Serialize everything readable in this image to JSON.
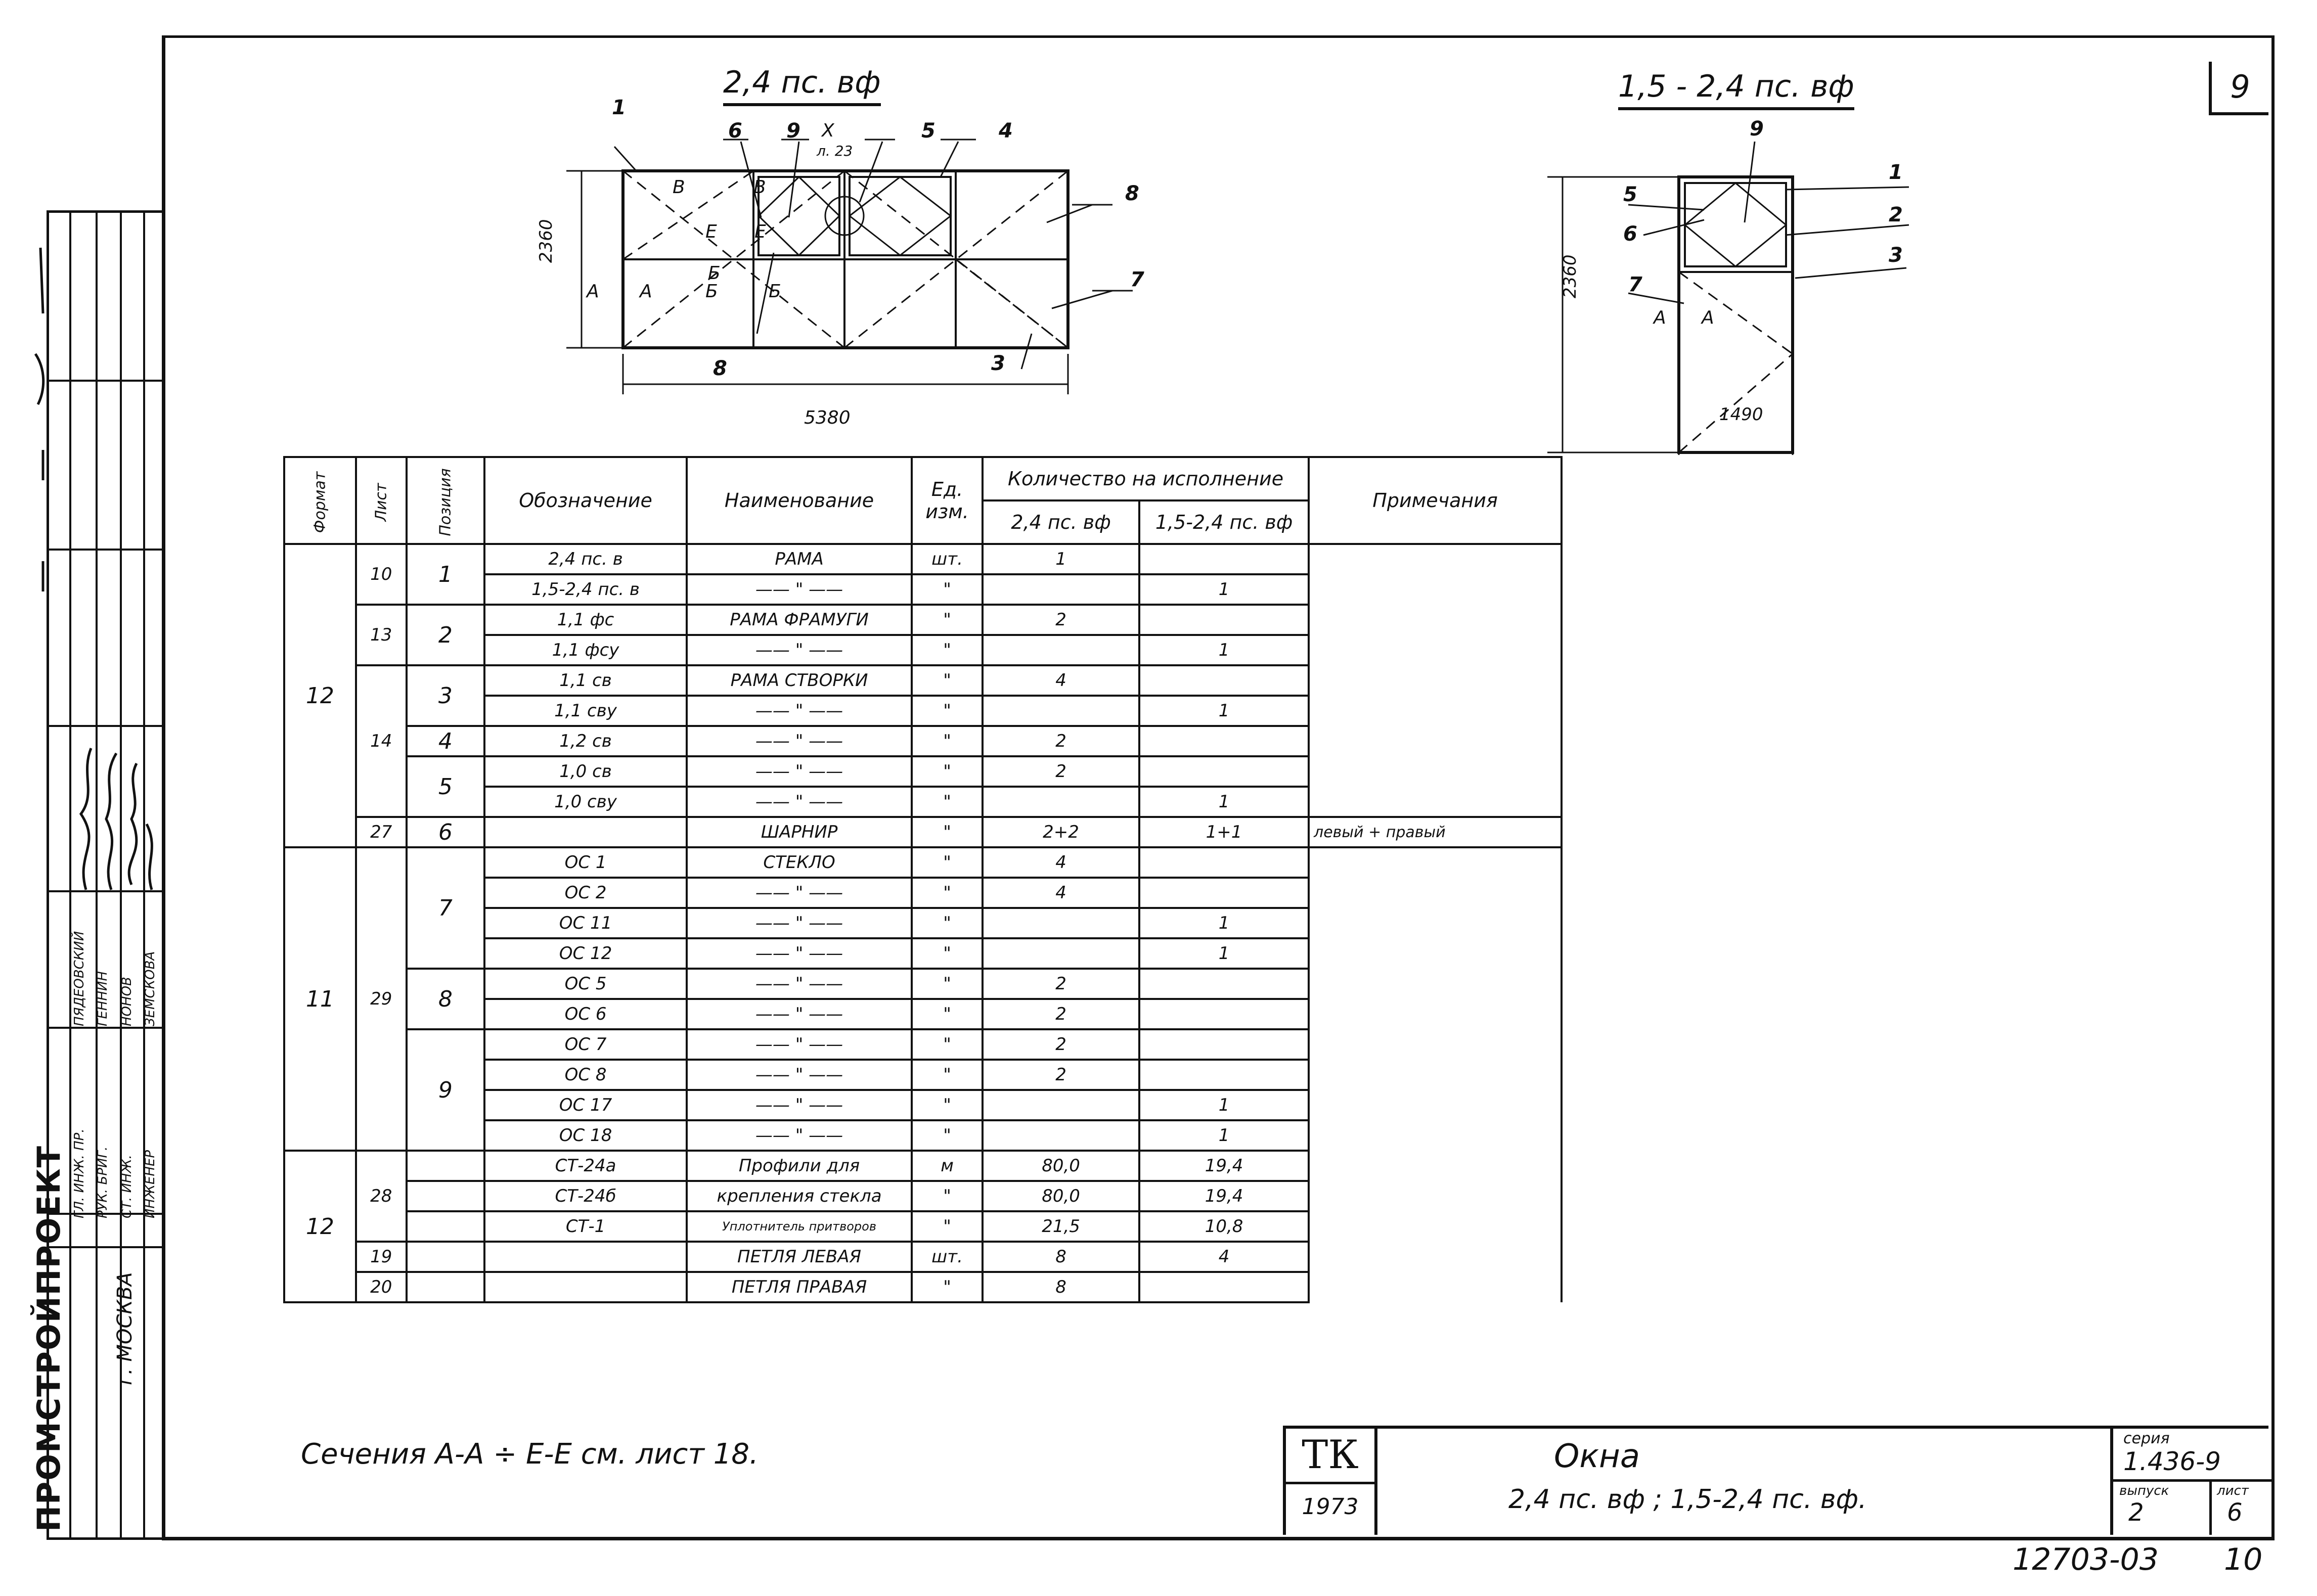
{
  "sheet": {
    "sheet_number": "9",
    "doc_code": "12703-03",
    "page_number": "10"
  },
  "stamp": {
    "org": "ПРОМСТРОЙПРОЕКТ",
    "city": "г. МОСКВА",
    "roles": [
      "ГЛ. ИНЖ. ПР.",
      "РУК. БРИГ.",
      "СТ. ИНЖ.",
      "ИНЖЕНЕР"
    ],
    "names": [
      "ПЯДЕОВСКИЙ",
      "ГЕННИН",
      "НОНОВ",
      "ЗЕМСКОВА"
    ]
  },
  "drawing_left": {
    "title": "2,4 пс. вф",
    "width_dim": "5380",
    "height_dim": "2360",
    "callouts": [
      "1",
      "6",
      "9",
      "5",
      "4",
      "8",
      "7",
      "8",
      "3"
    ],
    "section_marks": [
      "В",
      "В",
      "Е",
      "Е",
      "А",
      "Б",
      "Б",
      "А",
      "Б"
    ],
    "ref_top": "Х",
    "ref_sheet": "л. 23"
  },
  "drawing_right": {
    "title": "1,5 - 2,4 пс. вф",
    "width_dim": "1490",
    "height_dim": "2360",
    "callouts": [
      "9",
      "1",
      "5",
      "2",
      "6",
      "3",
      "7"
    ],
    "section_marks": [
      "А",
      "А"
    ]
  },
  "spec_table": {
    "headers": {
      "format": "Формат",
      "sheet": "Лист",
      "position": "Позиция",
      "designation": "Обозначение",
      "name": "Наименование",
      "unit": "Ед. изм.",
      "qty_group": "Количество на исполнение",
      "qty_a": "2,4 пс. вф",
      "qty_b": "1,5-2,4 пс. вф",
      "notes": "Примечания"
    },
    "rows": [
      {
        "designation": "2,4 пс. в",
        "name": "РАМА",
        "unit": "шт.",
        "qa": "1",
        "qb": ""
      },
      {
        "designation": "1,5-2,4 пс. в",
        "name": "—— \" ——",
        "unit": "\"",
        "qa": "",
        "qb": "1"
      },
      {
        "designation": "1,1 фс",
        "name": "РАМА ФРАМУГИ",
        "unit": "\"",
        "qa": "2",
        "qb": ""
      },
      {
        "designation": "1,1 фсу",
        "name": "—— \" ——",
        "unit": "\"",
        "qa": "",
        "qb": "1"
      },
      {
        "designation": "1,1 св",
        "name": "РАМА СТВОРКИ",
        "unit": "\"",
        "qa": "4",
        "qb": ""
      },
      {
        "designation": "1,1 сву",
        "name": "—— \" ——",
        "unit": "\"",
        "qa": "",
        "qb": "1"
      },
      {
        "designation": "1,2 св",
        "name": "—— \" ——",
        "unit": "\"",
        "qa": "2",
        "qb": ""
      },
      {
        "designation": "1,0 св",
        "name": "—— \" ——",
        "unit": "\"",
        "qa": "2",
        "qb": ""
      },
      {
        "designation": "1,0 сву",
        "name": "—— \" ——",
        "unit": "\"",
        "qa": "",
        "qb": "1"
      },
      {
        "designation": "",
        "name": "ШАРНИР",
        "unit": "\"",
        "qa": "2+2",
        "qb": "1+1"
      },
      {
        "designation": "ОС 1",
        "name": "СТЕКЛО",
        "unit": "\"",
        "qa": "4",
        "qb": ""
      },
      {
        "designation": "ОС 2",
        "name": "—— \" ——",
        "unit": "\"",
        "qa": "4",
        "qb": ""
      },
      {
        "designation": "ОС 11",
        "name": "—— \" ——",
        "unit": "\"",
        "qa": "",
        "qb": "1"
      },
      {
        "designation": "ОС 12",
        "name": "—— \" ——",
        "unit": "\"",
        "qa": "",
        "qb": "1"
      },
      {
        "designation": "ОС 5",
        "name": "—— \" ——",
        "unit": "\"",
        "qa": "2",
        "qb": ""
      },
      {
        "designation": "ОС 6",
        "name": "—— \" ——",
        "unit": "\"",
        "qa": "2",
        "qb": ""
      },
      {
        "designation": "ОС 7",
        "name": "—— \" ——",
        "unit": "\"",
        "qa": "2",
        "qb": ""
      },
      {
        "designation": "ОС 8",
        "name": "—— \" ——",
        "unit": "\"",
        "qa": "2",
        "qb": ""
      },
      {
        "designation": "ОС 17",
        "name": "—— \" ——",
        "unit": "\"",
        "qa": "",
        "qb": "1"
      },
      {
        "designation": "ОС 18",
        "name": "—— \" ——",
        "unit": "\"",
        "qa": "",
        "qb": "1"
      },
      {
        "designation": "СТ-24а",
        "name": "Профили для",
        "unit": "м",
        "qa": "80,0",
        "qb": "19,4"
      },
      {
        "designation": "СТ-24б",
        "name": "крепления стекла",
        "unit": "\"",
        "qa": "80,0",
        "qb": "19,4"
      },
      {
        "designation": "СТ-1",
        "name": "Уплотнитель притворов",
        "unit": "\"",
        "qa": "21,5",
        "qb": "10,8"
      },
      {
        "designation": "",
        "name": "ПЕТЛЯ ЛЕВАЯ",
        "unit": "шт.",
        "qa": "8",
        "qb": "4"
      },
      {
        "designation": "",
        "name": "ПЕТЛЯ ПРАВАЯ",
        "unit": "\"",
        "qa": "8",
        "qb": ""
      }
    ],
    "format_groups": [
      "12",
      "11",
      "12"
    ],
    "sheet_groups": [
      "10",
      "13",
      "14",
      "27",
      "29",
      "28",
      "19",
      "20"
    ],
    "position_groups": [
      "1",
      "2",
      "3",
      "4",
      "5",
      "6",
      "7",
      "8",
      "9"
    ],
    "note_hinge": "левый + правый"
  },
  "footer": {
    "sections_note": "Сечения А-А ÷ Е-Е см. лист 18.",
    "tk_mark": "ТК",
    "year": "1973",
    "title": "Окна",
    "subtitle": "2,4 пс. вф ;  1,5-2,4 пс. вф.",
    "series_label": "серия",
    "series_value": "1.436-9",
    "issue_label": "выпуск",
    "issue_value": "2",
    "sheet_label": "лист",
    "sheet_value": "6"
  }
}
